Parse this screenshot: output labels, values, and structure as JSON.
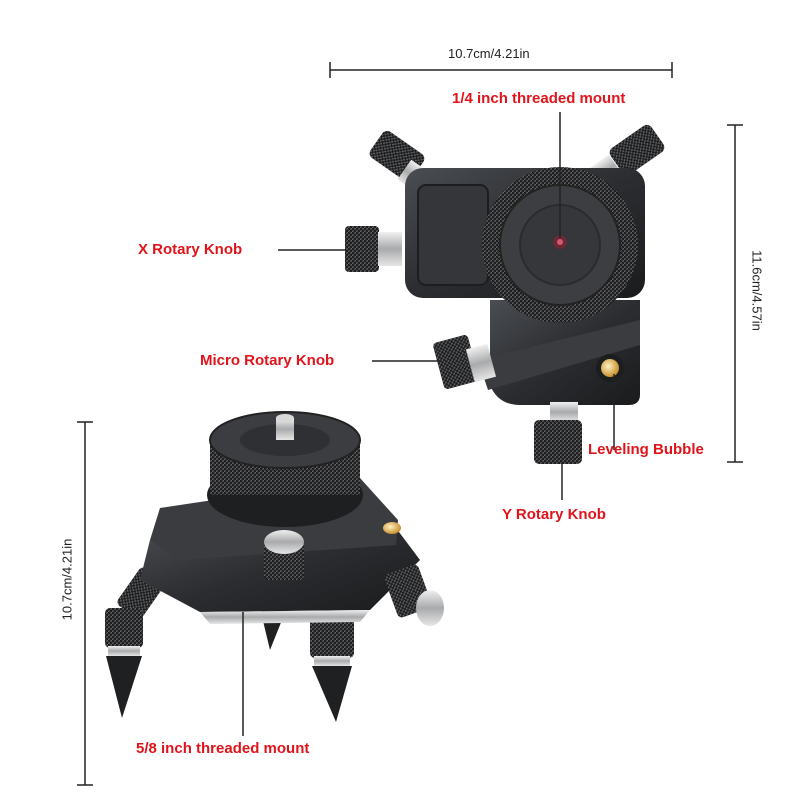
{
  "dimensions": {
    "top_width": "10.7cm/4.21in",
    "top_height": "11.6cm/4.57in",
    "bottom_height": "10.7cm/4.21in"
  },
  "labels": {
    "quarter_mount": "1/4 inch threaded mount",
    "x_knob": "X Rotary Knob",
    "micro_knob": "Micro Rotary Knob",
    "leveling_bubble": "Leveling Bubble",
    "y_knob": "Y Rotary Knob",
    "five_eighth_mount": "5/8 inch threaded mount"
  },
  "colors": {
    "label_red": "#e0141a",
    "body_dark": "#2b2d30",
    "metal": "#c8c9cb",
    "bubble": "#d9b15a"
  }
}
